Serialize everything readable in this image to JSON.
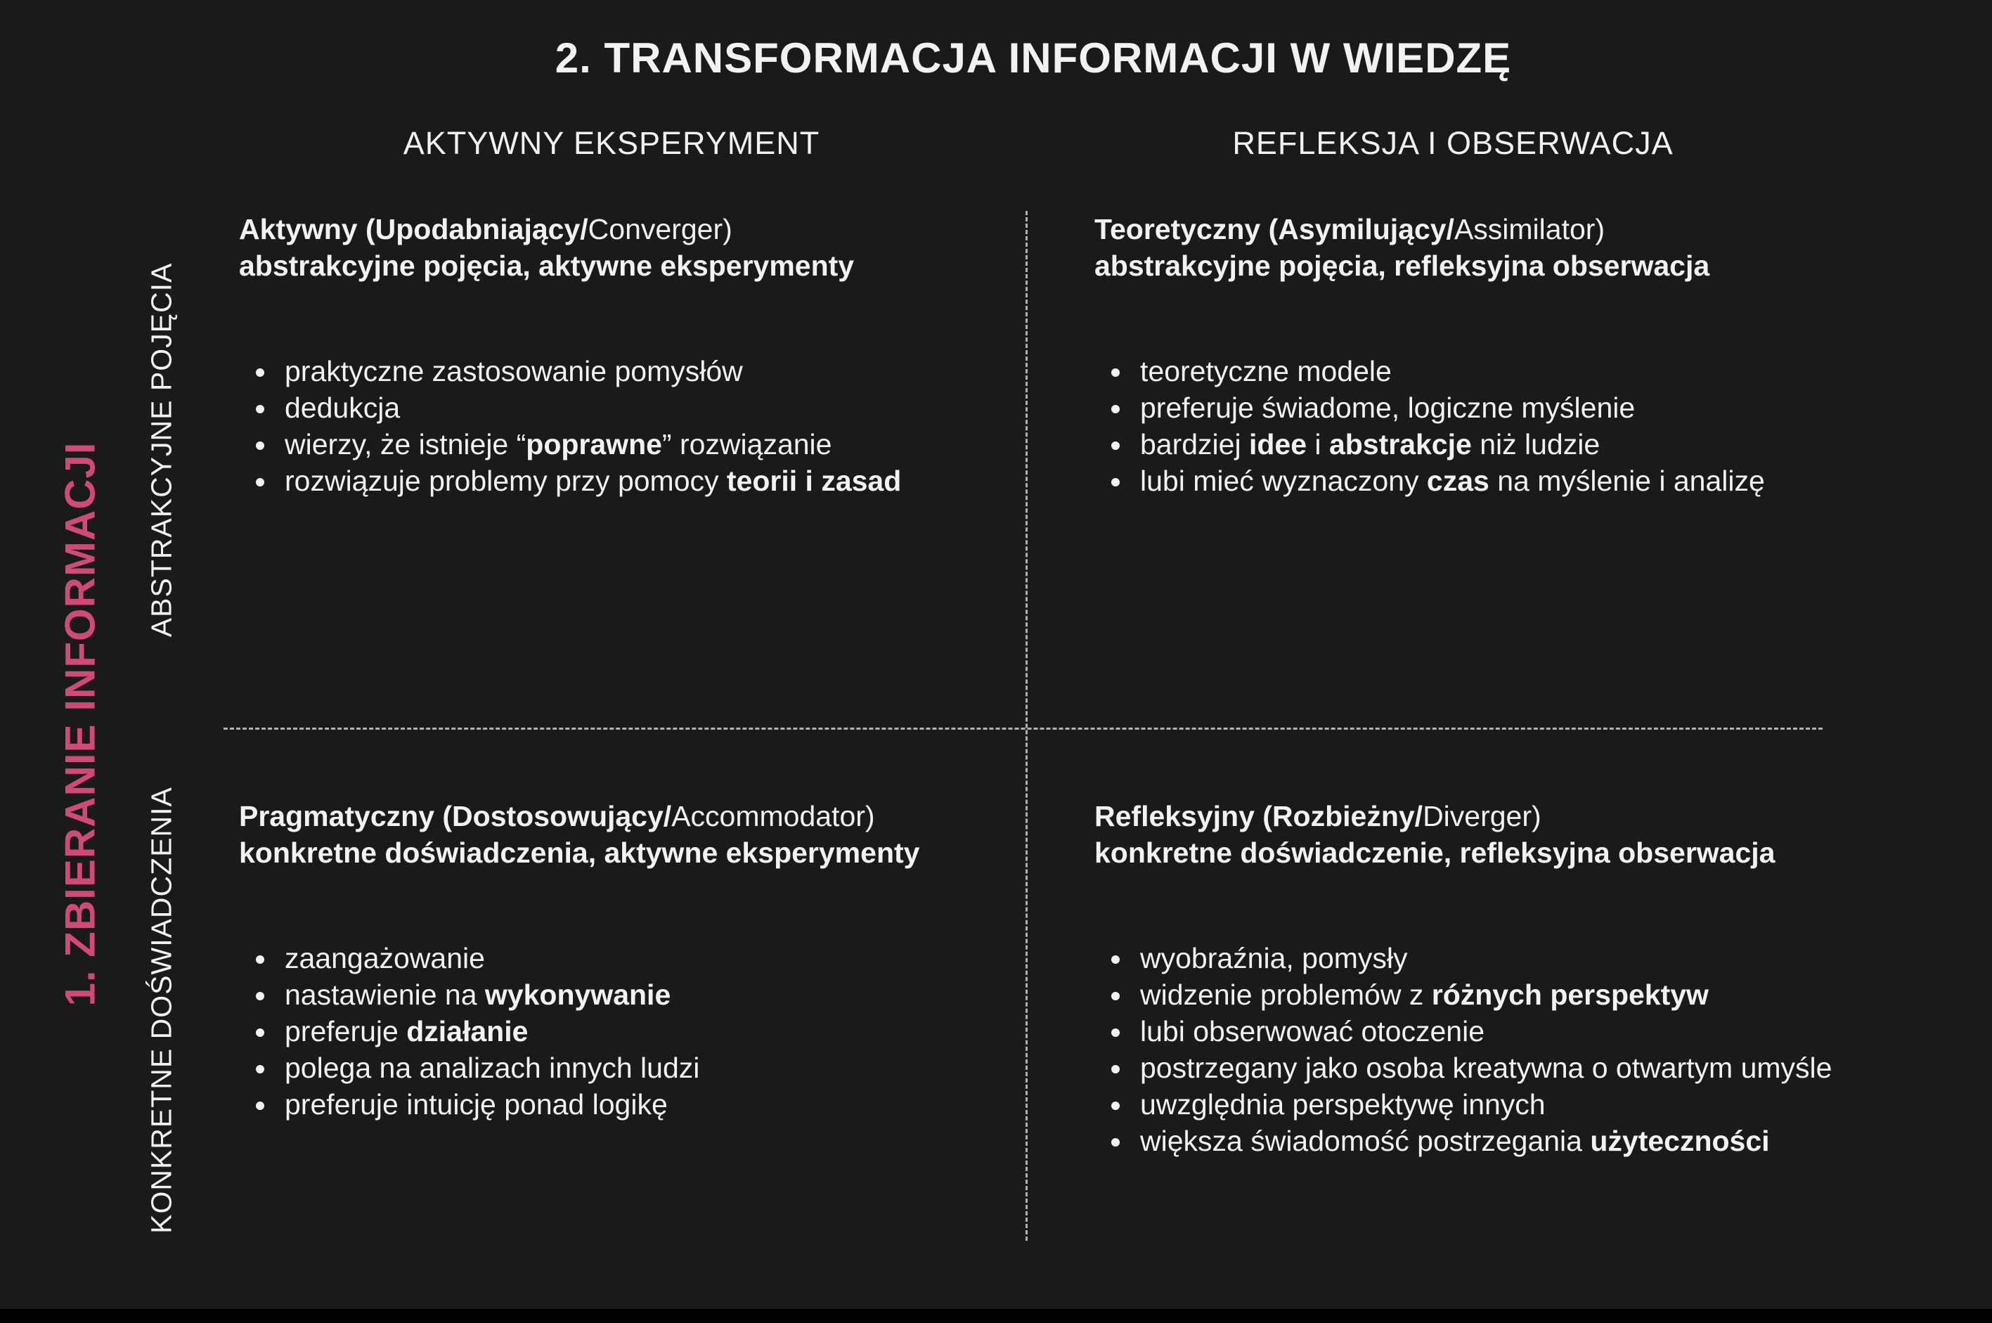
{
  "title": "2. TRANSFORMACJA INFORMACJI W WIEDZĘ",
  "columns": {
    "left": "AKTYWNY EKSPERYMENT",
    "right": "REFLEKSJA I OBSERWACJA"
  },
  "axis_y_label": "1. ZBIERANIE INFORMACJI",
  "rows": {
    "top": "ABSTRAKCYJNE POJĘCIA",
    "bottom": "KONKRETNE DOŚWIADCZENIA"
  },
  "colors": {
    "background": "#1a1a1a",
    "text": "#f2f2f2",
    "accent": "#cf4a74",
    "divider": "#b0b0b0"
  },
  "quadrants": {
    "top_left": {
      "name_bold": "Aktywny (Upodabniający/",
      "name_regular": "Converger)",
      "subtitle": "abstrakcyjne pojęcia, aktywne eksperymenty",
      "points": [
        {
          "before": "praktyczne zastosowanie pomysłów",
          "bold": "",
          "after": ""
        },
        {
          "before": "dedukcja",
          "bold": "",
          "after": ""
        },
        {
          "before": "wierzy, że istnieje “",
          "bold": "poprawne",
          "after": "” rozwiązanie"
        },
        {
          "before": "rozwiązuje problemy przy pomocy ",
          "bold": "teorii i zasad",
          "after": ""
        }
      ]
    },
    "top_right": {
      "name_bold": "Teoretyczny (Asymilujący/",
      "name_regular": "Assimilator)",
      "subtitle": "abstrakcyjne pojęcia, refleksyjna obserwacja",
      "points": [
        {
          "before": "teoretyczne modele",
          "bold": "",
          "after": ""
        },
        {
          "before": "preferuje świadome, logiczne myślenie",
          "bold": "",
          "after": ""
        },
        {
          "before": "bardziej ",
          "bold": "idee",
          "after": " i ",
          "bold2": "abstrakcje",
          "after2": " niż ludzie"
        },
        {
          "before": "lubi mieć wyznaczony ",
          "bold": "czas",
          "after": " na myślenie i analizę"
        }
      ]
    },
    "bottom_left": {
      "name_bold": "Pragmatyczny (Dostosowujący/",
      "name_regular": "Accommodator)",
      "subtitle": "konkretne doświadczenia, aktywne eksperymenty",
      "points": [
        {
          "before": "zaangażowanie",
          "bold": "",
          "after": ""
        },
        {
          "before": "nastawienie na ",
          "bold": "wykonywanie",
          "after": ""
        },
        {
          "before": "preferuje ",
          "bold": "działanie",
          "after": ""
        },
        {
          "before": "polega na analizach innych ludzi",
          "bold": "",
          "after": ""
        },
        {
          "before": "preferuje intuicję ponad logikę",
          "bold": "",
          "after": ""
        }
      ]
    },
    "bottom_right": {
      "name_bold": "Refleksyjny (Rozbieżny/",
      "name_regular": "Diverger)",
      "subtitle": "konkretne doświadczenie, refleksyjna obserwacja",
      "points": [
        {
          "before": "wyobraźnia, pomysły",
          "bold": "",
          "after": ""
        },
        {
          "before": "widzenie problemów z ",
          "bold": "różnych perspektyw",
          "after": ""
        },
        {
          "before": "lubi obserwować otoczenie",
          "bold": "",
          "after": ""
        },
        {
          "before": "postrzegany jako osoba kreatywna o otwartym umyśle",
          "bold": "",
          "after": ""
        },
        {
          "before": "uwzględnia perspektywę innych",
          "bold": "",
          "after": ""
        },
        {
          "before": "większa świadomość postrzegania ",
          "bold": "użyteczności",
          "after": ""
        }
      ]
    }
  }
}
